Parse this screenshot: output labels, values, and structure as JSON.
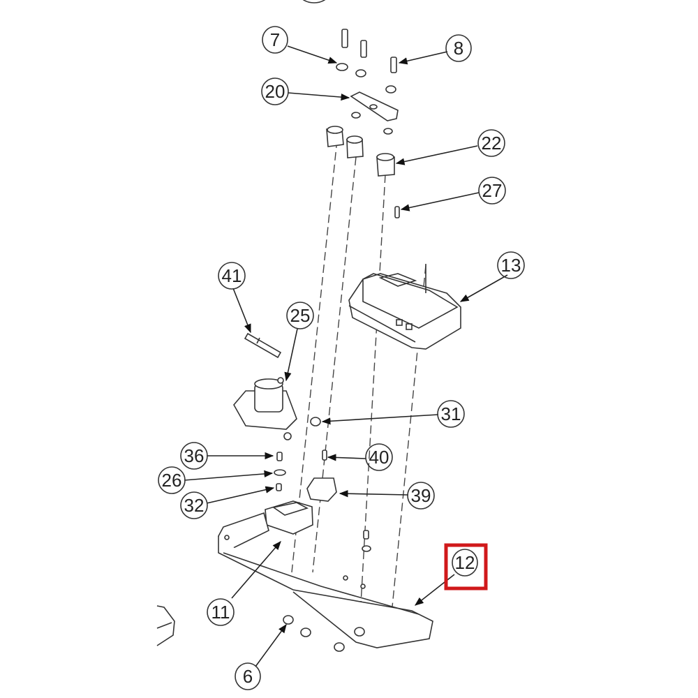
{
  "diagram": {
    "type": "exploded-parts-view",
    "highlight_color": "#d0191b",
    "highlighted_part": "12",
    "callouts": [
      {
        "id": "7",
        "label": "7"
      },
      {
        "id": "8",
        "label": "8"
      },
      {
        "id": "20",
        "label": "20"
      },
      {
        "id": "22",
        "label": "22"
      },
      {
        "id": "27",
        "label": "27"
      },
      {
        "id": "13",
        "label": "13"
      },
      {
        "id": "41",
        "label": "41"
      },
      {
        "id": "25",
        "label": "25"
      },
      {
        "id": "31",
        "label": "31"
      },
      {
        "id": "36",
        "label": "36"
      },
      {
        "id": "40",
        "label": "40"
      },
      {
        "id": "26",
        "label": "26"
      },
      {
        "id": "39",
        "label": "39"
      },
      {
        "id": "32",
        "label": "32"
      },
      {
        "id": "12",
        "label": "12"
      },
      {
        "id": "11",
        "label": "11"
      },
      {
        "id": "6",
        "label": "6"
      }
    ]
  }
}
